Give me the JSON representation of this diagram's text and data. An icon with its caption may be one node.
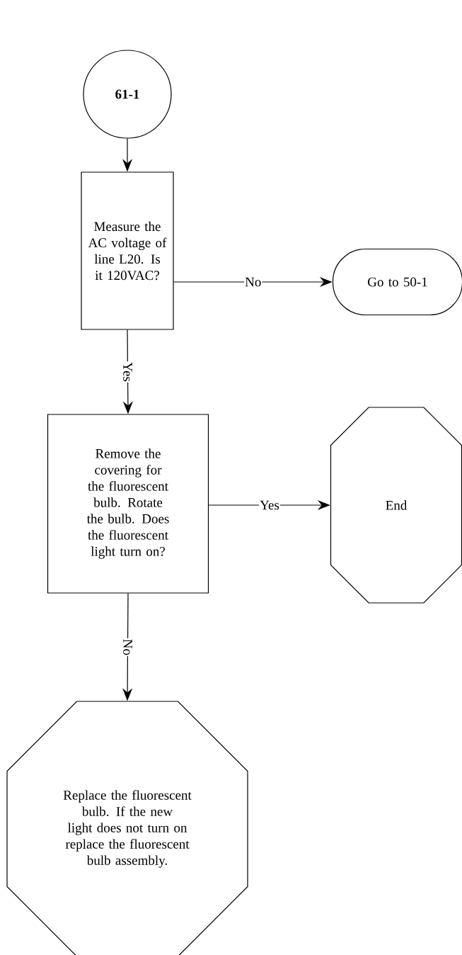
{
  "diagram": {
    "nodes": [
      {
        "text": [
          "61-1"
        ]
      },
      {
        "text": [
          "Measure the AC voltage of line L20. Is it 120VAC?"
        ]
      },
      {
        "text": [
          "Go to 50-1"
        ]
      },
      {
        "text": [
          "Remove the covering for the fluorescent bulb. Rotate the bulb. Does the fluorescent light turn on?"
        ]
      },
      {
        "text": [
          "End"
        ]
      },
      {
        "text": [
          "Replace the fluorescent bulb. If the new light does not turn on replace the fluorescent bulb assembly."
        ]
      }
    ],
    "edges": [
      {
        "from": 0,
        "to": 1,
        "arrow": "to"
      },
      {
        "from": 1,
        "to": 2,
        "arrow": "to",
        "label": "No"
      },
      {
        "from": 1,
        "to": 3,
        "arrow": "to",
        "label": "Yes"
      },
      {
        "from": 3,
        "to": 4,
        "arrow": "to",
        "label": "Yes"
      },
      {
        "from": 3,
        "to": 5,
        "arrow": "to",
        "label": "No"
      }
    ]
  }
}
